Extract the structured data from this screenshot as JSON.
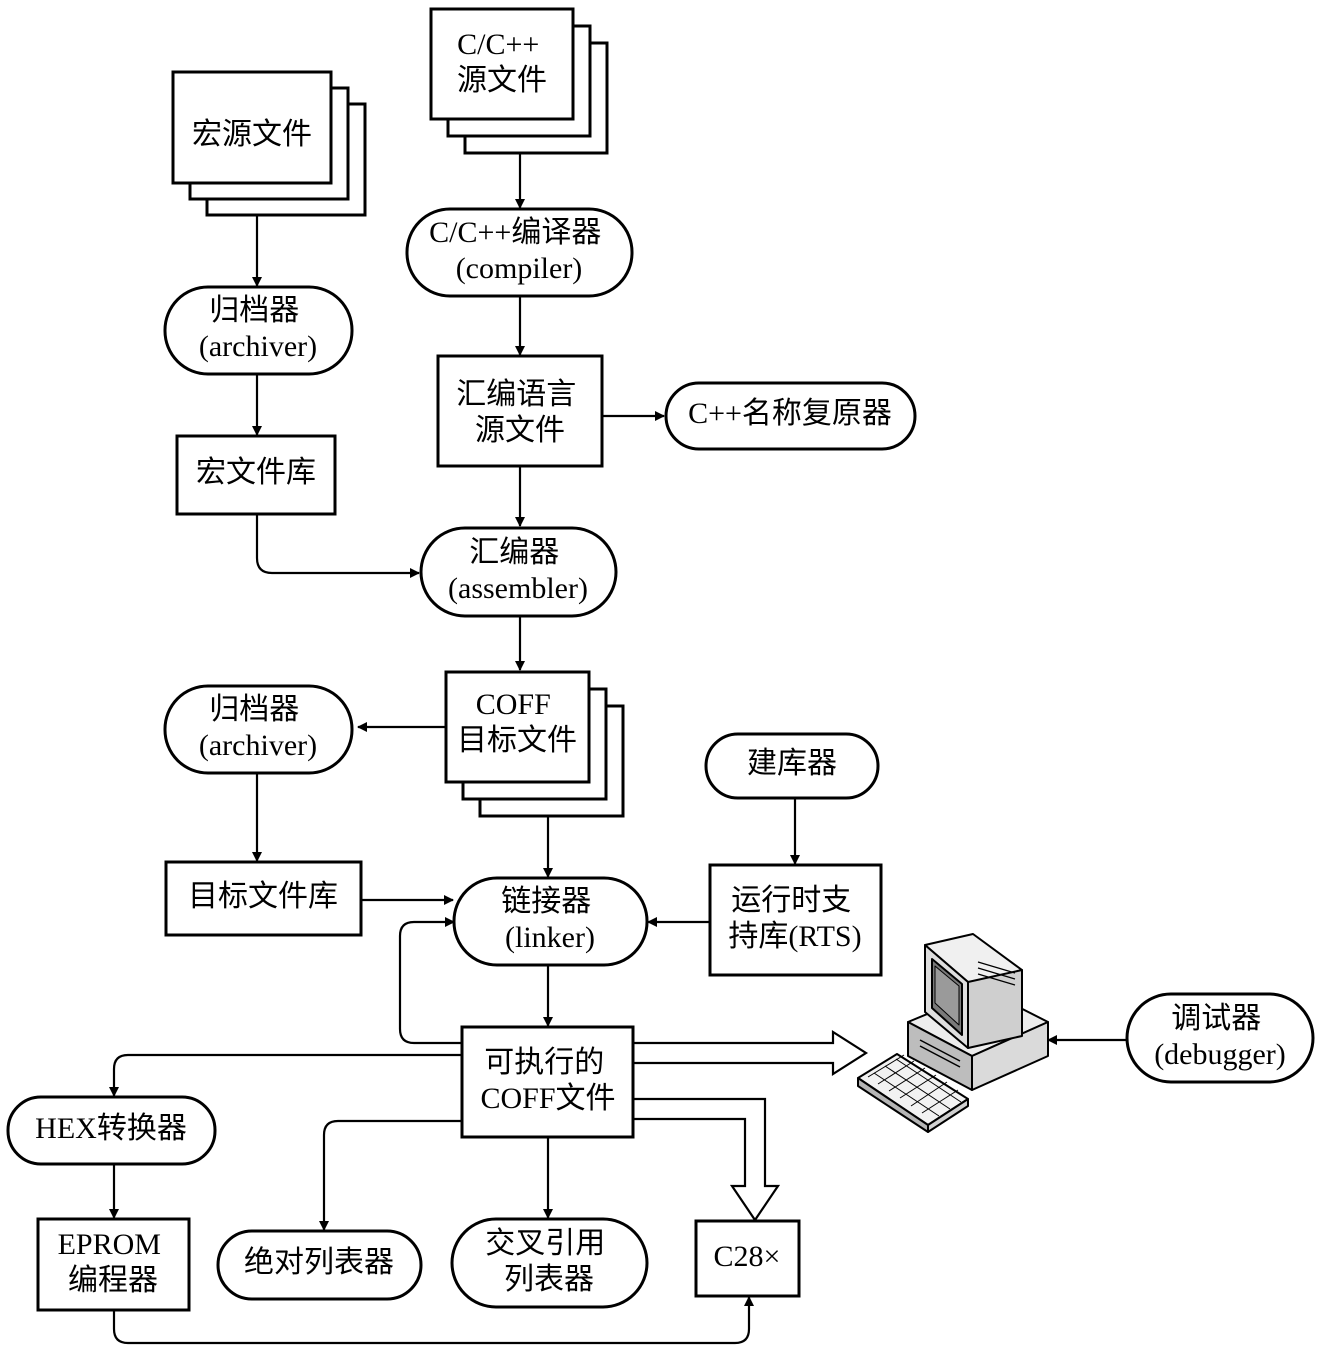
{
  "nodes": {
    "macro_source": {
      "lines": [
        "宏源文件"
      ]
    },
    "cpp_source": {
      "lines": [
        "C/C++",
        "源文件"
      ]
    },
    "compiler": {
      "lines": [
        "C/C++编译器",
        "(compiler)"
      ]
    },
    "archiver_top": {
      "lines": [
        "归档器",
        "(archiver)"
      ]
    },
    "asm_source": {
      "lines": [
        "汇编语言",
        "源文件"
      ]
    },
    "demangler": {
      "lines": [
        "C++名称复原器"
      ]
    },
    "macro_library": {
      "lines": [
        "宏文件库"
      ]
    },
    "assembler": {
      "lines": [
        "汇编器",
        "(assembler)"
      ]
    },
    "archiver_mid": {
      "lines": [
        "归档器",
        "(archiver)"
      ]
    },
    "coff_object": {
      "lines": [
        "COFF",
        "目标文件"
      ]
    },
    "library_builder": {
      "lines": [
        "建库器"
      ]
    },
    "object_library": {
      "lines": [
        "目标文件库"
      ]
    },
    "linker": {
      "lines": [
        "链接器",
        "(linker)"
      ]
    },
    "rts_library": {
      "lines": [
        "运行时支",
        "持库(RTS)"
      ]
    },
    "debugger": {
      "lines": [
        "调试器",
        "(debugger)"
      ]
    },
    "executable": {
      "lines": [
        "可执行的",
        "COFF文件"
      ]
    },
    "hex_converter": {
      "lines": [
        "HEX转换器"
      ]
    },
    "eprom": {
      "lines": [
        "EPROM",
        "编程器"
      ]
    },
    "absolute_lister": {
      "lines": [
        "绝对列表器"
      ]
    },
    "xref_lister": {
      "lines": [
        "交叉引用",
        "列表器"
      ]
    },
    "c28x": {
      "lines": [
        "C28×"
      ]
    }
  },
  "icons": {
    "computer": "computer-icon"
  }
}
